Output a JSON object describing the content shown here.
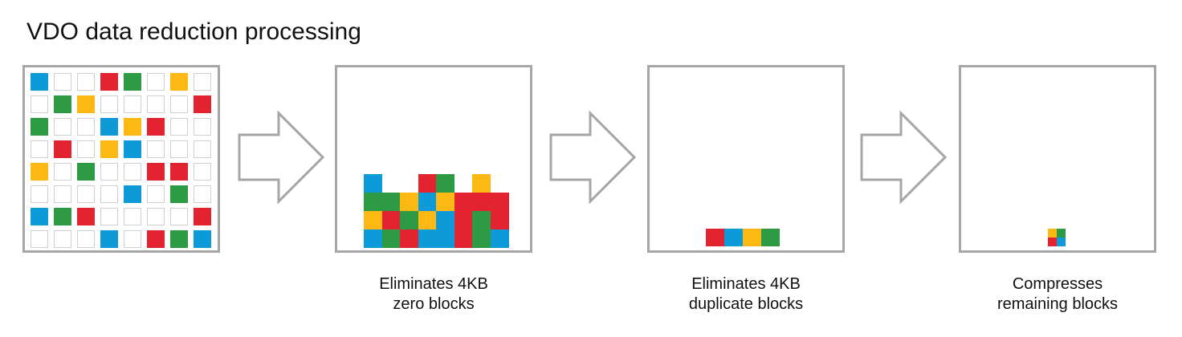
{
  "title": "VDO data reduction processing",
  "colors": {
    "blue": "#0d9ad9",
    "green": "#2d9b43",
    "yellow": "#fdb813",
    "red": "#e3232f",
    "border": "#a6a6a6",
    "empty_outline": "#cfcfcf"
  },
  "input_grid": [
    [
      "blue",
      "",
      "",
      "red",
      "green",
      "",
      "yellow",
      ""
    ],
    [
      "",
      "green",
      "yellow",
      "",
      "",
      "",
      "",
      "red"
    ],
    [
      "green",
      "",
      "",
      "blue",
      "yellow",
      "red",
      "",
      ""
    ],
    [
      "",
      "red",
      "",
      "yellow",
      "blue",
      "",
      "",
      ""
    ],
    [
      "yellow",
      "",
      "green",
      "",
      "",
      "red",
      "red",
      ""
    ],
    [
      "",
      "",
      "",
      "",
      "blue",
      "",
      "green",
      ""
    ],
    [
      "blue",
      "green",
      "red",
      "",
      "",
      "",
      "",
      "red"
    ],
    [
      "",
      "",
      "",
      "blue",
      "",
      "red",
      "green",
      "blue"
    ]
  ],
  "zero_eliminated_stack": [
    [
      "blue",
      "",
      "",
      "red",
      "green",
      "",
      "yellow",
      ""
    ],
    [
      "green",
      "green",
      "yellow",
      "blue",
      "yellow",
      "red",
      "red",
      "red"
    ],
    [
      "yellow",
      "red",
      "green",
      "yellow",
      "blue",
      "red",
      "green",
      "red"
    ],
    [
      "blue",
      "green",
      "red",
      "blue",
      "blue",
      "red",
      "green",
      "blue"
    ]
  ],
  "deduplicated_blocks": [
    "red",
    "blue",
    "yellow",
    "green"
  ],
  "compressed_blocks": [
    [
      "yellow",
      "green"
    ],
    [
      "red",
      "blue"
    ]
  ],
  "stages": [
    {
      "caption_line1": "Eliminates 4KB",
      "caption_line2": "zero blocks"
    },
    {
      "caption_line1": "Eliminates 4KB",
      "caption_line2": "duplicate blocks"
    },
    {
      "caption_line1": "Compresses",
      "caption_line2": "remaining blocks"
    }
  ]
}
